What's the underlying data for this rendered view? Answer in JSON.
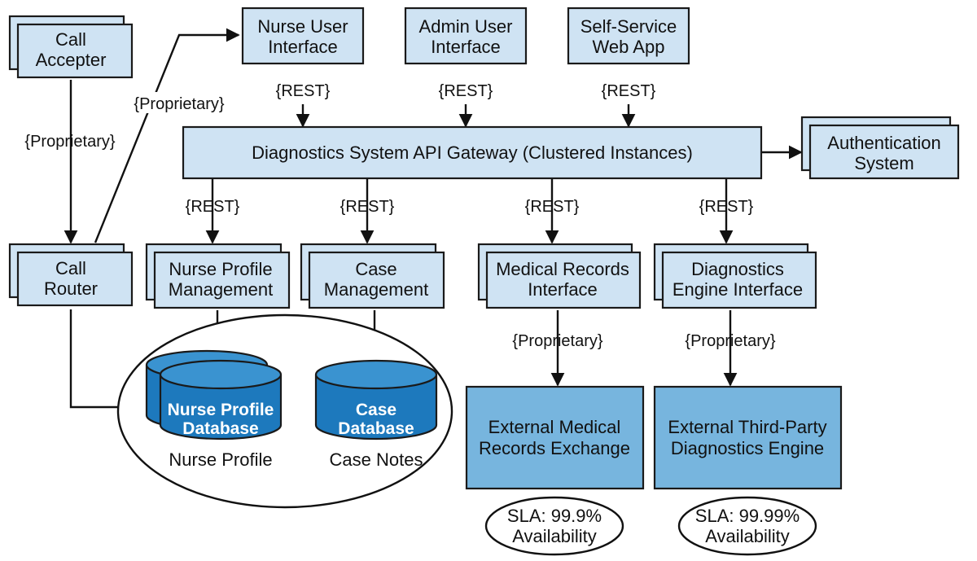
{
  "components": {
    "call_accepter": [
      "Call",
      "Accepter"
    ],
    "call_router": [
      "Call",
      "Router"
    ],
    "nurse_ui": [
      "Nurse User",
      "Interface"
    ],
    "admin_ui": [
      "Admin User",
      "Interface"
    ],
    "self_service": [
      "Self-Service",
      "Web App"
    ],
    "gateway": "Diagnostics System API Gateway (Clustered Instances)",
    "auth": [
      "Authentication",
      "System"
    ],
    "nurse_profile_mgmt": [
      "Nurse Profile",
      "Management"
    ],
    "case_mgmt": [
      "Case",
      "Management"
    ],
    "medical_records": [
      "Medical Records",
      "Interface"
    ],
    "diag_engine": [
      "Diagnostics",
      "Engine Interface"
    ],
    "ext_medical": [
      "External Medical",
      "Records Exchange"
    ],
    "ext_diag": [
      "External Third-Party",
      "Diagnostics Engine"
    ]
  },
  "databases": {
    "nurse_db": [
      "Nurse Profile",
      "Database"
    ],
    "nurse_caption": "Nurse Profile",
    "case_db": [
      "Case",
      "Database"
    ],
    "case_caption": "Case Notes"
  },
  "protocols": {
    "rest": "{REST}",
    "proprietary": "{Proprietary}"
  },
  "sla": {
    "medical": [
      "SLA: 99.9%",
      "Availability"
    ],
    "diag": [
      "SLA: 99.99%",
      "Availability"
    ]
  },
  "colors": {
    "box_fill": "#cfe3f3",
    "external_fill": "#77b5de",
    "database_fill": "#1d79bd",
    "stroke": "#1a1a1a"
  }
}
